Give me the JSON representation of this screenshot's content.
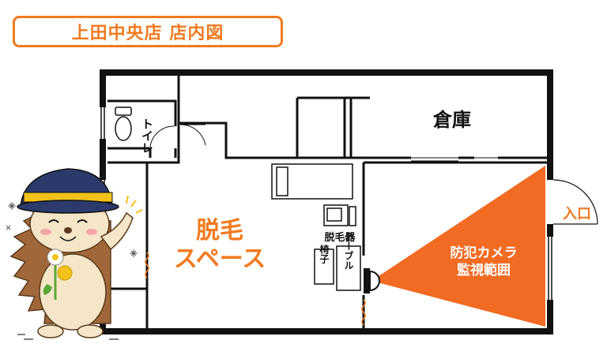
{
  "title": "上田中央店 店内図",
  "rooms": {
    "toilet": "トイレ",
    "storage": "倉庫",
    "hair_removal_space": [
      "脱毛",
      "スペース"
    ],
    "hair_removal_device": "脱毛器",
    "chair": "椅子",
    "table": "テーブル",
    "entrance": "入口",
    "camera_area": [
      "防犯カメラ",
      "監視範囲"
    ]
  },
  "colors": {
    "accent": "#f07a1f",
    "camera_fill": "#f26b22",
    "wall": "#111111"
  },
  "icons": [
    "hedgehog-mascot-icon",
    "toilet-icon",
    "camera-icon",
    "door-swing-icon"
  ]
}
